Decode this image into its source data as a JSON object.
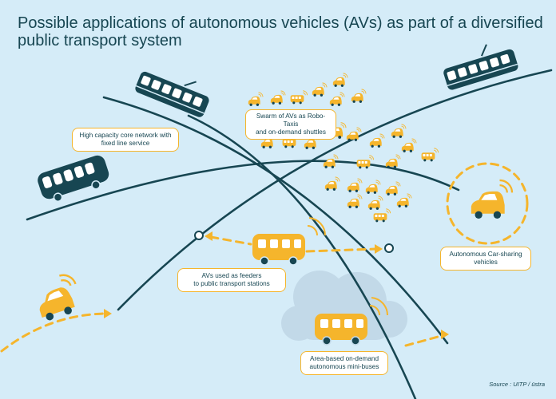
{
  "title": {
    "line1": "Possible applications of autonomous vehicles (AVs) as part of a diversified",
    "line2": "public transport system"
  },
  "labels": {
    "core_network": {
      "line1": "High capacity core network with",
      "line2": "fixed line service"
    },
    "robo_taxis": {
      "line1": "Swarm of AVs as Robo-Taxis",
      "line2": "and on-demand shuttles"
    },
    "feeders": {
      "line1": "AVs used as feeders",
      "line2": "to public transport stations"
    },
    "car_sharing": {
      "line1": "Autonomous Car-sharing",
      "line2": "vehicles"
    },
    "minibuses": {
      "line1": "Area-based on-demand",
      "line2": "autonomous mini-buses"
    }
  },
  "source": "Source : UITP / üstra",
  "colors": {
    "background": "#d5ecf8",
    "dark": "#174652",
    "accent": "#f5b52c",
    "cloud": "#c2d9e8",
    "white": "#ffffff"
  },
  "icons": {
    "tram": "tram-icon",
    "bus": "bus-icon",
    "car": "car-icon",
    "minibus": "minibus-icon"
  }
}
